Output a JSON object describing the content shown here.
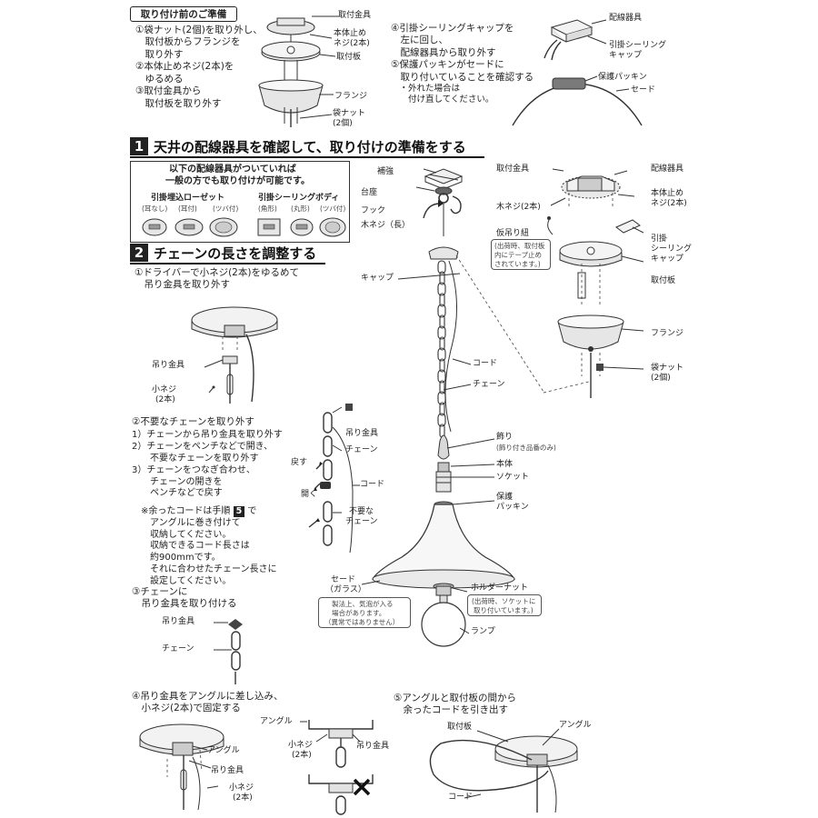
{
  "prep": {
    "title": "取り付け前のご準備",
    "steps_left": [
      [
        "①袋ナット(2個)を取り外し、",
        "　取付板からフランジを",
        "　取り外す"
      ],
      [
        "②本体止めネジ(2本)を",
        "　ゆるめる"
      ],
      [
        "③取付金具から",
        "　取付板を取り外す"
      ]
    ],
    "steps_right": [
      [
        "④引掛シーリングキャップを",
        "　左に回し、",
        "　配線器具から取り外す"
      ],
      [
        "⑤保護パッキンがセードに",
        "　取り付いていることを確認する",
        "　・外れた場合は",
        "　　付け直してください。"
      ]
    ],
    "labels": {
      "mount_bracket": "取付金具",
      "body_screw": [
        "本体止め",
        "ネジ(2本)"
      ],
      "mount_plate": "取付板",
      "flange": "フランジ",
      "cap_nut": [
        "袋ナット",
        "(2個)"
      ],
      "wiring_device": "配線器具",
      "ceiling_cap": [
        "引掛シーリング",
        "キャップ"
      ],
      "packing": "保護パッキン",
      "shade": "セード"
    }
  },
  "section1": {
    "num": "1",
    "title": "天井の配線器具を確認して、取り付けの準備をする",
    "box_lines": [
      "以下の配線器具がついていれば",
      "一般の方でも取り付けが可能です。"
    ],
    "rosette_title": "引掛埋込ローゼット",
    "rosette_types": [
      "(耳なし)",
      "(耳付)",
      "(ツバ付)"
    ],
    "body_title": "引掛シーリングボディ",
    "body_types": [
      "(角形)",
      "(丸形)",
      "(ツバ付)"
    ]
  },
  "section2": {
    "num": "2",
    "title": "チェーンの長さを調整する",
    "step1": [
      "①ドライバーで小ネジ(2本)をゆるめて",
      "　吊り金具を取り外す"
    ],
    "step1_labels": {
      "hanger": "吊り金具",
      "small_screw": [
        "小ネジ",
        "(2本)"
      ]
    },
    "step2_title": "②不要なチェーンを取り外す",
    "step2_items": [
      [
        "1）チェーンから吊り金具を取り外す"
      ],
      [
        "2）チェーンをペンチなどで開き、",
        "　　不要なチェーンを取り外す"
      ],
      [
        "3）チェーンをつなぎ合わせ、",
        "　　チェーンの開きを",
        "　　ペンチなどで戻す"
      ]
    ],
    "note_prefix": "※余ったコードは手順",
    "note_badge": "5",
    "note_suffix": "で",
    "note_lines": [
      "　アングルに巻き付けて",
      "　収納してください。",
      "　収納できるコード長さは",
      "　約900mmです。",
      "　それに合わせたチェーン長さに",
      "　設定してください。"
    ],
    "step2_labels": {
      "hanger": "吊り金具",
      "chain": "チェーン",
      "back": "戻す",
      "open": "開く",
      "cord": "コード",
      "unneeded": [
        "不要な",
        "チェーン"
      ]
    },
    "step3": [
      "③チェーンに",
      "　吊り金具を取り付ける"
    ],
    "step3_labels": {
      "hanger": "吊り金具",
      "chain": "チェーン"
    },
    "step4": [
      "④吊り金具をアングルに差し込み、",
      "　小ネジ(2本)で固定する"
    ],
    "step4_labels": {
      "angle": "アングル",
      "hanger": "吊り金具",
      "small_screw": [
        "小ネジ",
        "(2本)"
      ],
      "angle2": "アングル",
      "small_screw2": [
        "小ネジ",
        "(2本)"
      ],
      "hanger2": "吊り金具"
    },
    "step5": [
      "⑤アングルと取付板の間から",
      "　余ったコードを引き出す"
    ],
    "step5_labels": {
      "plate": "取付板",
      "angle": "アングル",
      "cord": "コード"
    }
  },
  "center": {
    "reinforce": "補強",
    "base": "台座",
    "hook": "フック",
    "wood_screw_long": "木ネジ（長）",
    "cap": "キャップ",
    "cord": "コード",
    "chain": "チェーン",
    "ornament": "飾り",
    "ornament_note": "(飾り付き品番のみ)",
    "body": "本体",
    "socket": "ソケット",
    "packing": [
      "保護",
      "パッキン"
    ],
    "shade": [
      "セード",
      "（ガラス）"
    ],
    "shade_note": [
      "製法上、気泡が入る",
      "場合があります。",
      "（異常ではありません）"
    ],
    "holder_nut": "ホルダーナット",
    "holder_note": [
      "(出荷時、ソケットに",
      "取り付いています。)"
    ],
    "lamp": "ランプ"
  },
  "right": {
    "mount_bracket": "取付金具",
    "wiring_device": "配線器具",
    "wood_screw": "木ネジ(2本)",
    "body_screw": [
      "本体止め",
      "ネジ(2本)"
    ],
    "temp_string": "仮吊り紐",
    "temp_note": [
      "(出荷時、取付板",
      "内にテープ止め",
      "されています。)"
    ],
    "ceiling_cap": [
      "引掛",
      "シーリング",
      "キャップ"
    ],
    "mount_plate": "取付板",
    "flange": "フランジ",
    "cap_nut": [
      "袋ナット",
      "(2個)"
    ]
  }
}
